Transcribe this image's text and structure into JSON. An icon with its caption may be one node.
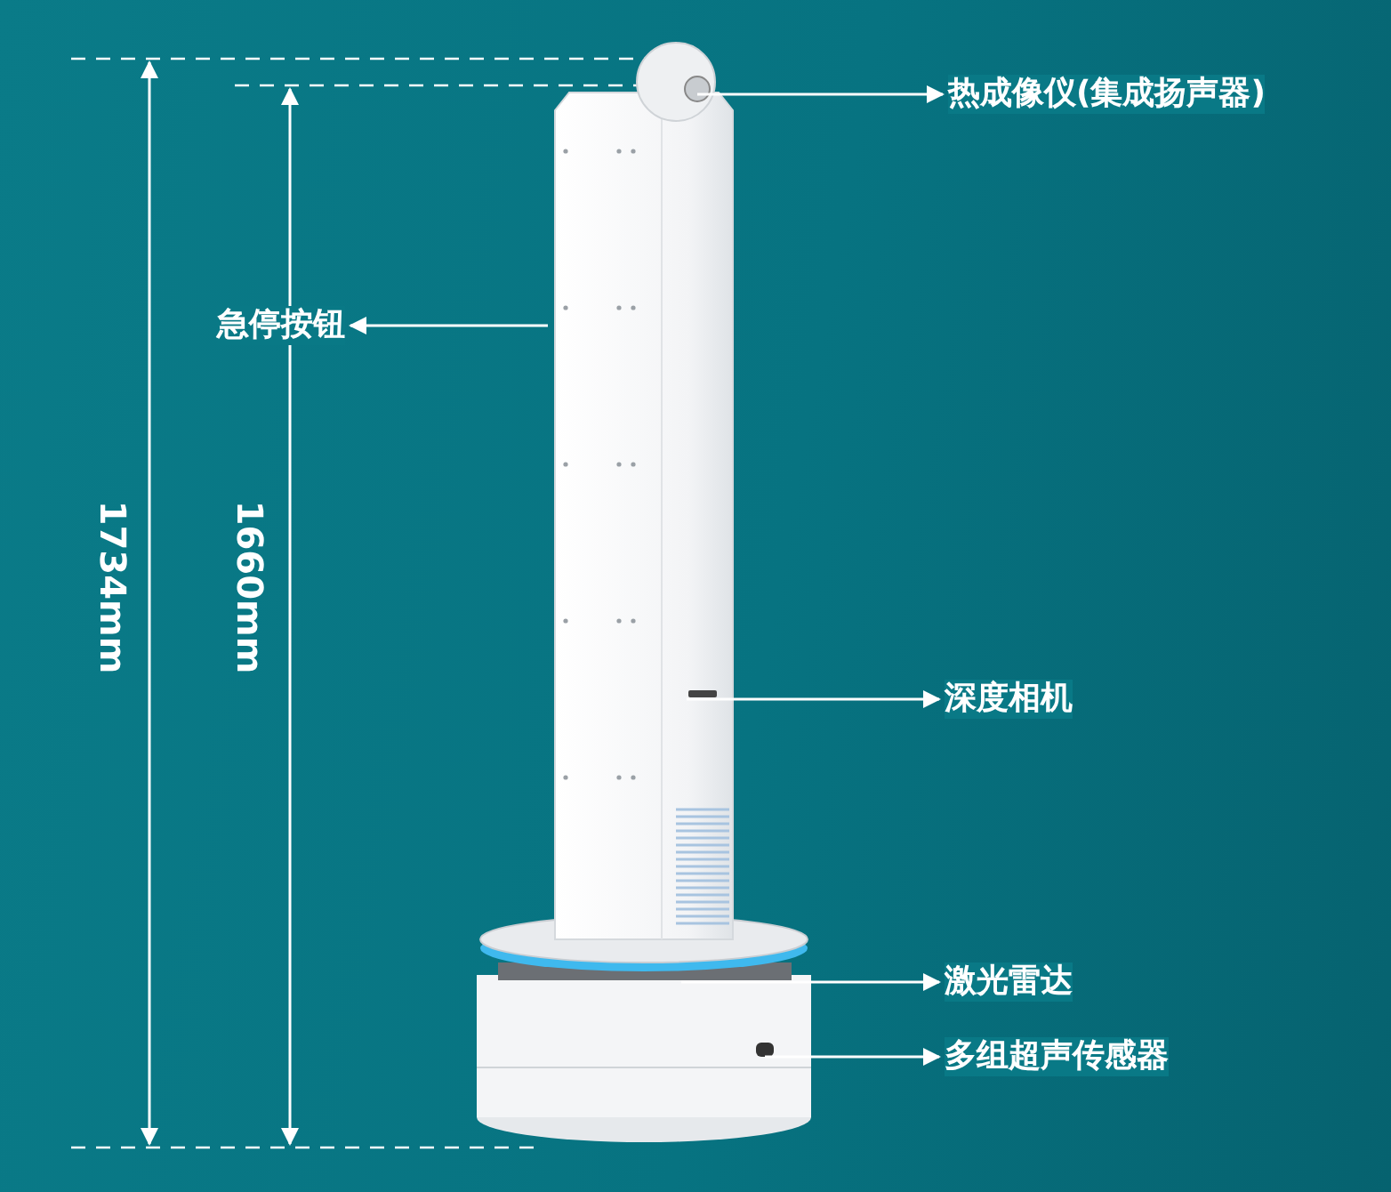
{
  "diagram": {
    "nodes": [
      {
        "text": [
          "热成像仪(集成扬声器)"
        ]
      },
      {
        "text": [
          "急停按钮"
        ]
      },
      {
        "text": [
          "深度相机"
        ]
      },
      {
        "text": [
          "激光雷达"
        ]
      },
      {
        "text": [
          "多组超声传感器"
        ]
      }
    ],
    "edges": [
      {
        "from": null,
        "to": 0,
        "arrow": "to"
      },
      {
        "from": null,
        "to": 1,
        "arrow": "to"
      },
      {
        "from": null,
        "to": 2,
        "arrow": "to"
      },
      {
        "from": null,
        "to": 3,
        "arrow": "to"
      },
      {
        "from": null,
        "to": 4,
        "arrow": "to"
      }
    ],
    "labels": [
      "1734mm",
      "1660mm"
    ]
  }
}
